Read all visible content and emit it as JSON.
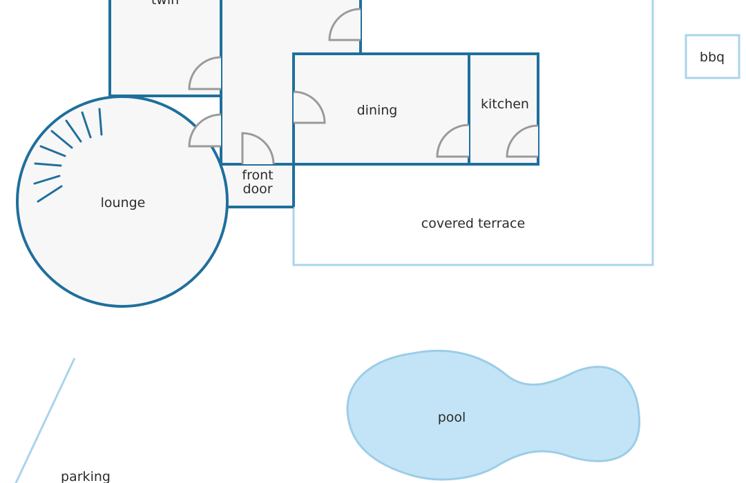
{
  "colors": {
    "wall": "#1f6f9c",
    "light_outline": "#a9d4ec",
    "room_fill": "#f7f7f7",
    "door": "#9a9a9a",
    "pool_fill": "#c3e4f7",
    "pool_stroke": "#9bcde8",
    "label": "#2b2b2b"
  },
  "rooms": {
    "twin": "twin",
    "dining": "dining",
    "kitchen": "kitchen",
    "front_door_line1": "front",
    "front_door_line2": "door",
    "lounge": "lounge",
    "covered_terrace": "covered terrace",
    "bbq": "bbq",
    "pool": "pool",
    "parking": "parking"
  }
}
